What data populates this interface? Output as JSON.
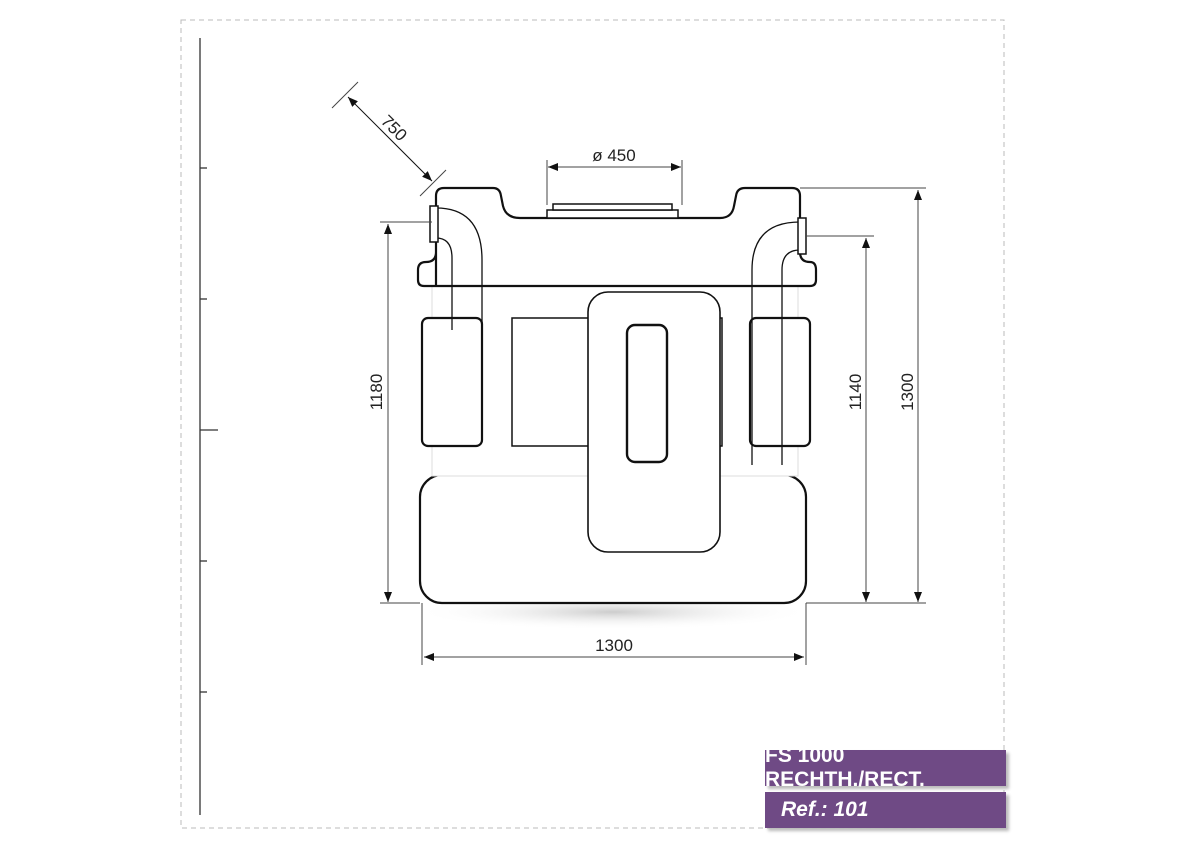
{
  "drawing": {
    "dimensions": {
      "diagonal_depth": "750",
      "opening_diameter": "ø 450",
      "inlet_height": "1180",
      "outlet_height": "1140",
      "total_height": "1300",
      "width": "1300"
    }
  },
  "title_block": {
    "product": "FS 1000 RECHTH./RECT.",
    "reference": "Ref.: 101",
    "color": "#6f4a85"
  }
}
